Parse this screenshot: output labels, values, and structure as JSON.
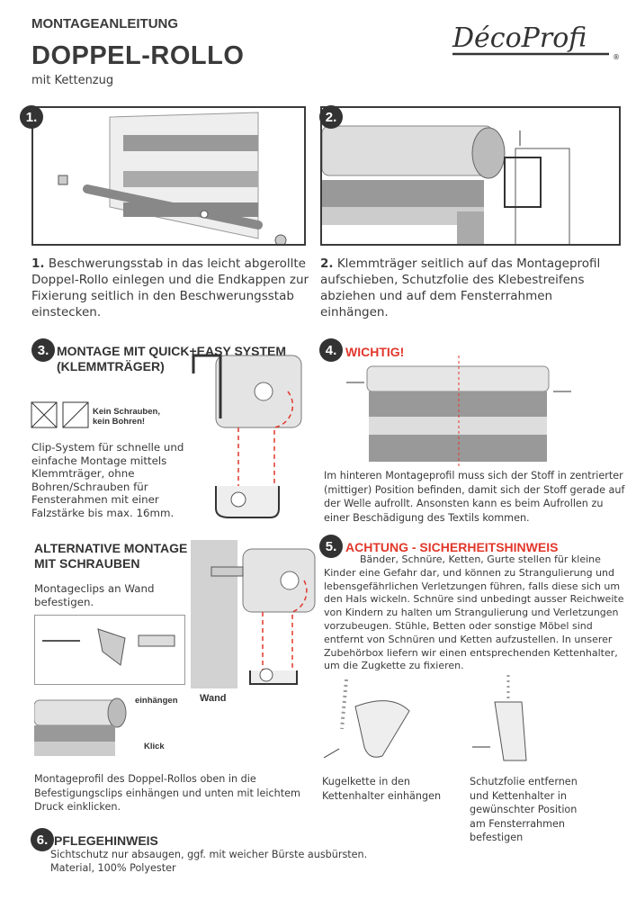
{
  "header": {
    "kicker": "MONTAGEANLEITUNG",
    "title": "DOPPEL-ROLLO",
    "subtitle": "mit Kettenzug",
    "logo": "DécoProfi"
  },
  "step1": {
    "badge": "1.",
    "num": "1.",
    "text": "Beschwerungsstab in das leicht abgerollte Doppel-Rollo einlegen und die Endkappen zur Fixierung seitlich in den Beschwerungsstab einstecken."
  },
  "step2": {
    "badge": "2.",
    "num": "2.",
    "text": "Klemmträger seitlich auf das Montageprofil aufschieben, Schutzfolie des Klebestreifens abziehen und auf dem Fensterrahmen einhängen."
  },
  "step3": {
    "badge": "3.",
    "heading1": "MONTAGE MIT QUICK+EASY SYSTEM",
    "heading2": "(KLEMMTRÄGER)",
    "icon_note1": "Kein Schrauben,",
    "icon_note2": "kein Bohren!",
    "text": "Clip-System für schnelle und einfache Montage mittels Klemmträger, ohne Bohren/Schrauben für Fensterahmen mit einer Falzstärke bis max. 16mm."
  },
  "step4": {
    "badge": "4.",
    "heading": "WICHTIG!",
    "text": "Im hinteren Montageprofil muss sich der Stoff in zentrierter (mittiger) Position befinden, damit sich der Stoff gerade auf der Welle aufrollt. Ansonsten kann es beim Aufrollen zu einer Beschädigung des Textils kommen."
  },
  "alt": {
    "heading1": "ALTERNATIVE MONTAGE",
    "heading2": "MIT SCHRAUBEN",
    "text": "Montageclips an Wand befestigen.",
    "wall_label": "Wand",
    "label_hang": "einhängen",
    "label_click": "Klick",
    "text2": "Montageprofil des Doppel-Rollos oben in die Befestigungsclips einhängen und unten mit leichtem Druck einklicken."
  },
  "step5": {
    "badge": "5.",
    "heading": "ACHTUNG - SICHERHEITSHINWEIS",
    "text": "Bänder, Schnüre, Ketten, Gurte stellen für kleine Kinder eine Gefahr dar, und können zu Strangulierung und lebensgefährlichen Verletzungen führen, falls diese sich um den Hals wickeln. Schnüre sind unbedingt ausser Reichweite von Kindern zu halten um Strangulierung und Verletzungen vorzubeugen. Stühle, Betten oder sonstige Möbel sind entfernt von Schnüren und Ketten aufzustellen. In unserer Zubehörbox liefern wir einen entsprechenden Kettenhalter, um die Zugkette zu fixieren.",
    "caption1": "Kugelkette in den Kettenhalter einhängen",
    "caption2": "Schutzfolie entfernen und Kettenhalter in gewünschter Position am Fensterrahmen befestigen"
  },
  "step6": {
    "badge": "6.",
    "heading": "PFLEGEHINWEIS",
    "line1": "Sichtschutz nur absaugen, ggf. mit weicher Bürste ausbürsten.",
    "line2": "Material, 100% Polyester"
  },
  "colors": {
    "accent": "#e2372b",
    "text": "#3a3a3a"
  }
}
